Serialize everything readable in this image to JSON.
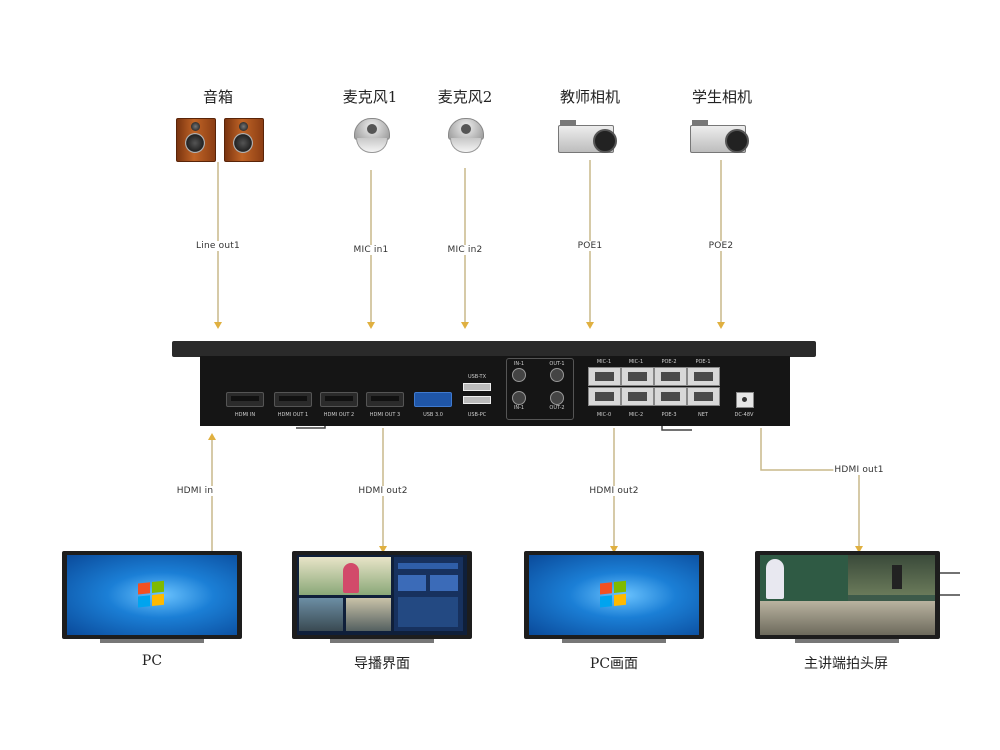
{
  "top_devices": [
    {
      "label": "音箱",
      "icon": "speaker-icon"
    },
    {
      "label": "麦克风1",
      "icon": "ceiling-microphone-icon"
    },
    {
      "label": "麦克风2",
      "icon": "ceiling-microphone-icon"
    },
    {
      "label": "教师相机",
      "icon": "box-camera-icon"
    },
    {
      "label": "学生相机",
      "icon": "box-camera-icon"
    }
  ],
  "top_connections": [
    "Line out1",
    "MIC in1",
    "MIC in2",
    "POE1",
    "POE2"
  ],
  "ports": {
    "hdmi_in": "HDMI IN",
    "hdmi_out1": "HDMI OUT 1",
    "hdmi_out2": "HDMI OUT 2",
    "hdmi_out3": "HDMI OUT 3",
    "usb3": "USB 3.0",
    "usb_tx": "USB-TX",
    "usb_pc": "USB-PC",
    "jack_tl": "IN-1",
    "jack_tr": "OUT-1",
    "jack_bl": "IN-1",
    "jack_br": "OUT-2",
    "rj_top": [
      "MIC-1",
      "MIC-1",
      "POE-2",
      "POE-1"
    ],
    "rj_bottom": [
      "MIC-0",
      "MIC-2",
      "POE-3",
      "NET"
    ],
    "dc": "DC-48V"
  },
  "bottom_connections": [
    "HDMI in",
    "HDMI out2",
    "HDMI out2",
    "HDMI out1"
  ],
  "bottom_devices": [
    {
      "label": "PC",
      "screen": "windows-desktop"
    },
    {
      "label": "导播界面",
      "screen": "director-interface"
    },
    {
      "label": "PC画面",
      "screen": "windows-desktop"
    },
    {
      "label": "主讲端拍头屏",
      "screen": "classroom-video"
    }
  ],
  "colors": {
    "line": "#c8b98a",
    "arrow": "#e0b040",
    "device_body": "#151515",
    "windows_blue": "#1b7fd6"
  }
}
